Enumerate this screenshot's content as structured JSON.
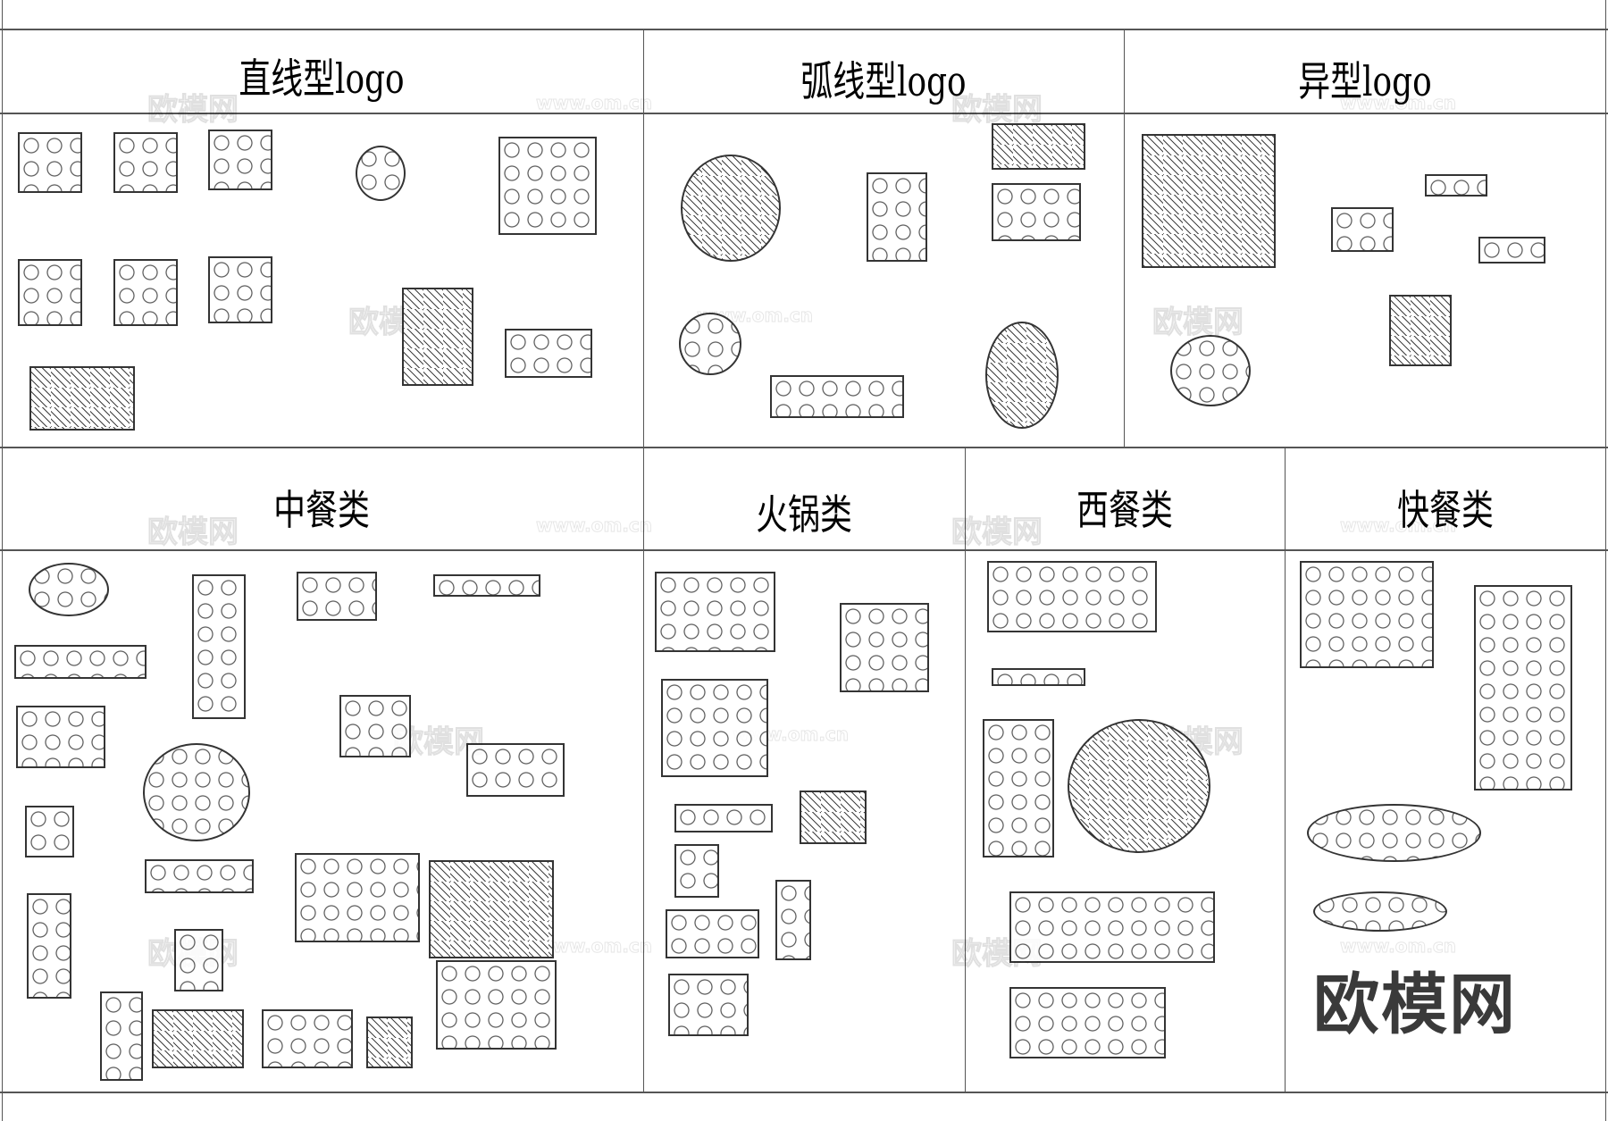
{
  "sheet": {
    "top_row": {
      "sections": [
        {
          "id": "straight",
          "title": "直线型logo"
        },
        {
          "id": "arc",
          "title": "弧线型logo"
        },
        {
          "id": "irregular",
          "title": "异型logo"
        }
      ]
    },
    "bottom_row": {
      "sections": [
        {
          "id": "chinese",
          "title": "中餐类"
        },
        {
          "id": "hotpot",
          "title": "火锅类"
        },
        {
          "id": "western",
          "title": "西餐类"
        },
        {
          "id": "fastfood",
          "title": "快餐类"
        }
      ]
    },
    "watermark": {
      "brand_cn": "欧模网",
      "url": "www.om.cn"
    },
    "brand_logo": "欧模网"
  }
}
